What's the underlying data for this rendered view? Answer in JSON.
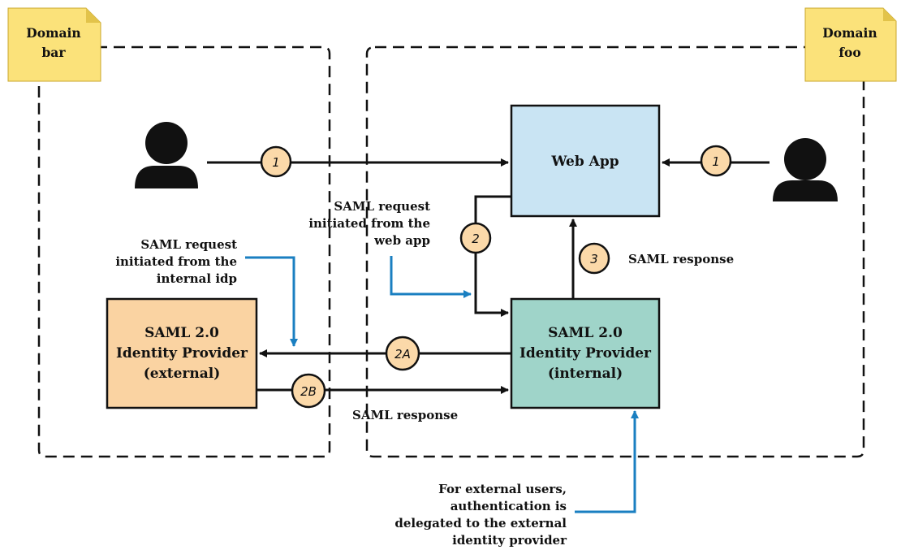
{
  "domains": {
    "bar": {
      "label_lines": [
        "Domain",
        "bar"
      ]
    },
    "foo": {
      "label_lines": [
        "Domain",
        "foo"
      ]
    }
  },
  "boxes": {
    "web_app": {
      "label_lines": [
        "Web App"
      ],
      "fill": "#c9e4f3"
    },
    "idp_external": {
      "label_lines": [
        "SAML 2.0",
        "Identity Provider",
        "(external)"
      ],
      "fill": "#fad3a2"
    },
    "idp_internal": {
      "label_lines": [
        "SAML 2.0",
        "Identity Provider",
        "(internal)"
      ],
      "fill": "#9fd4c9"
    }
  },
  "steps": {
    "left_user": "1",
    "right_user": "1",
    "request": "2",
    "response": "3",
    "to_external": "2A",
    "from_external": "2B"
  },
  "labels": {
    "saml_request_webapp": [
      "SAML request",
      "initiated from the",
      "web app"
    ],
    "saml_request_internal": [
      "SAML request",
      "initiated from the",
      "internal idp"
    ],
    "saml_response_top": "SAML response",
    "saml_response_bottom": "SAML response",
    "external_users_note": [
      "For external users,",
      "authentication is",
      "delegated to the external",
      "identity provider"
    ]
  },
  "colors": {
    "note_fill": "#fbe27a",
    "badge_fill": "#fbd9a9",
    "accent_arrow": "#1a7fc1",
    "line": "#111111"
  },
  "icons": {
    "user": "user-icon"
  }
}
